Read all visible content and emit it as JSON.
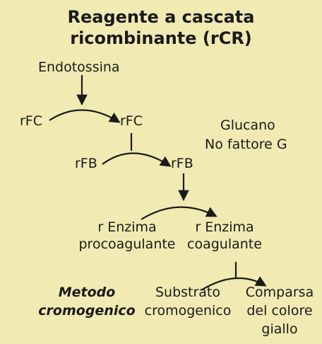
{
  "diagram": {
    "title_line1": "Reagente a cascata",
    "title_line2": "ricombinante (rCR)",
    "endotoxin": "Endotossina",
    "rfc_left": "rFC",
    "rfc_right": "rFC",
    "rfb_left": "rFB",
    "rfb_right": "rFB",
    "glucan": "Glucano",
    "no_factor_g": "No fattore G",
    "proenzyme_line1": "r Enzima",
    "proenzyme_line2": "procoagulante",
    "enzyme_line1": "r Enzima",
    "enzyme_line2": "coagulante",
    "method_line1": "Metodo",
    "method_line2": "cromogenico",
    "substrate_line1": "Substrato",
    "substrate_line2": "cromogenico",
    "result_line1": "Comparsa",
    "result_line2": "del colore",
    "result_line3": "giallo",
    "colors": {
      "background": "#f2eab3",
      "text": "#1a1a1a"
    }
  }
}
